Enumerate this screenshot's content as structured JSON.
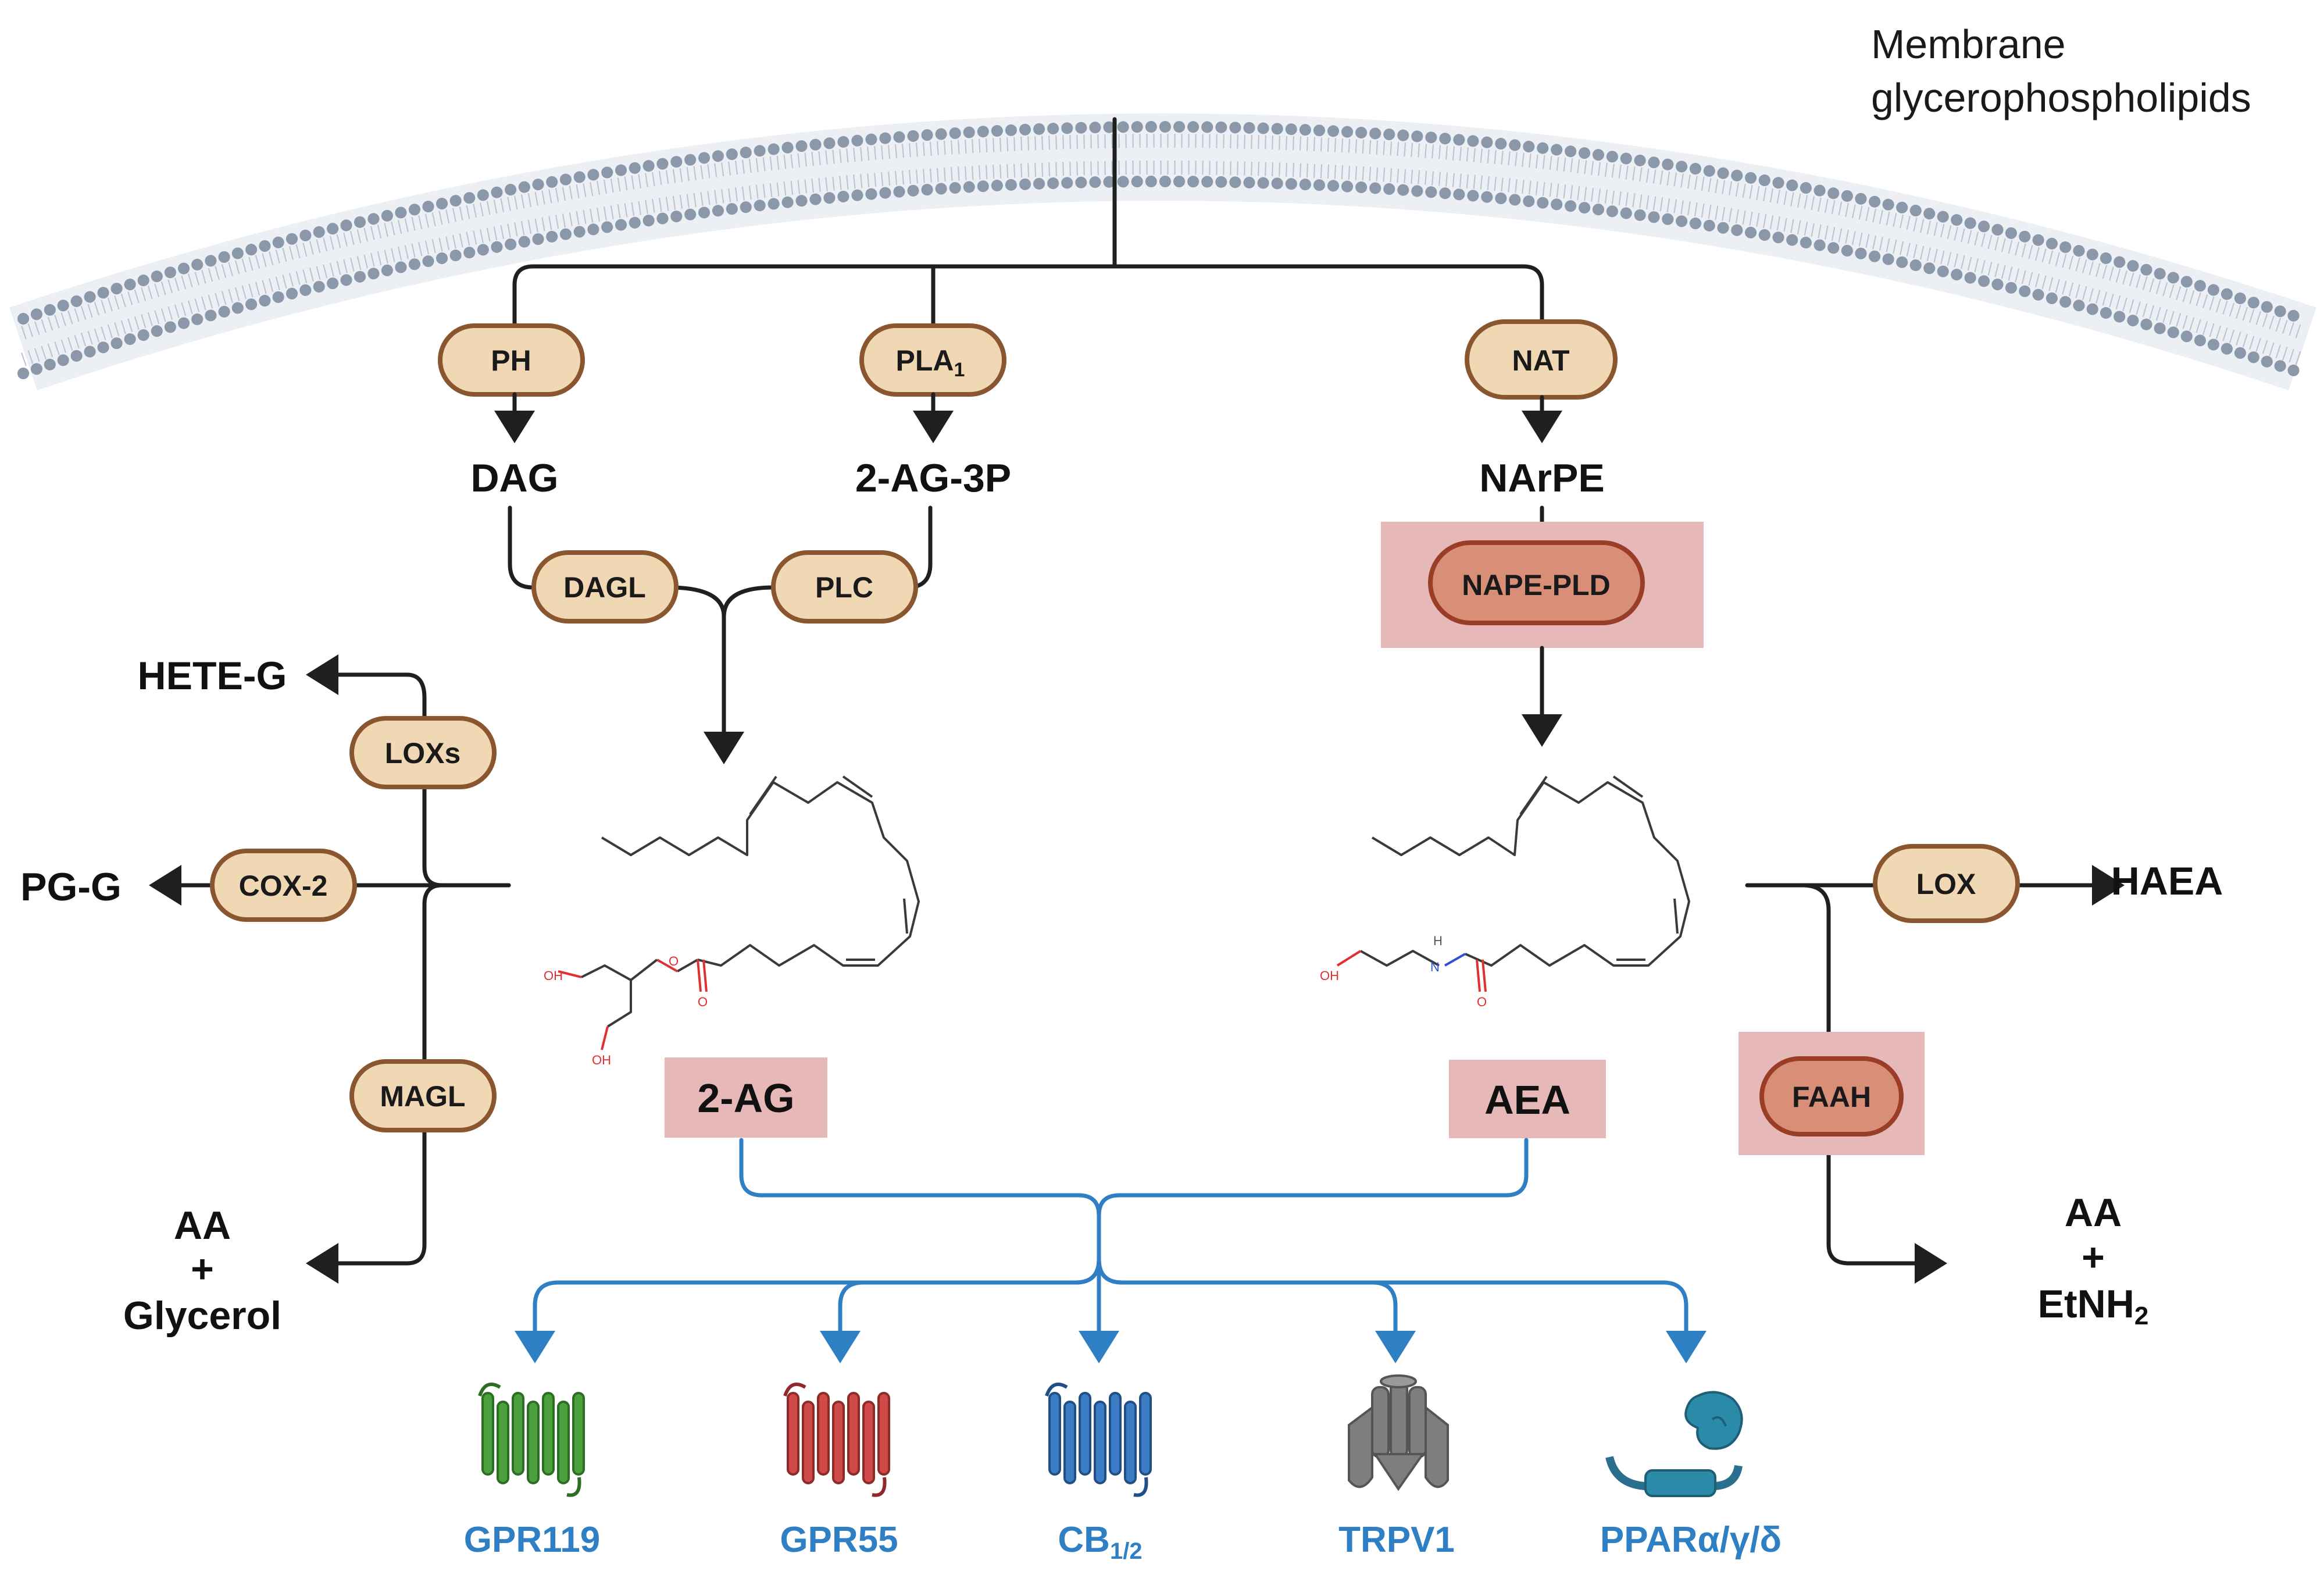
{
  "membrane": {
    "label_line1": "Membrane",
    "label_line2": "glycerophospholipids"
  },
  "enzymes": {
    "ph": "PH",
    "pla1": "PLA",
    "pla1_sub": "1",
    "nat": "NAT",
    "dagl": "DAGL",
    "plc": "PLC",
    "nape_pld": "NAPE-PLD",
    "loxs": "LOXs",
    "cox2": "COX-2",
    "magl": "MAGL",
    "lox": "LOX",
    "faah": "FAAH"
  },
  "metabolites": {
    "dag": "DAG",
    "ag3p": "2-AG-3P",
    "narpe": "NArPE",
    "hete_g": "HETE-G",
    "pg_g": "PG-G",
    "aa_left": "AA",
    "plus_left": "+",
    "glycerol": "Glycerol",
    "haea": "HAEA",
    "aa_right": "AA",
    "plus_right": "+",
    "etnh": "EtNH",
    "etnh_sub": "2"
  },
  "ligands": {
    "two_ag": "2-AG",
    "aea": "AEA"
  },
  "molecule_atoms": {
    "oh": "OH",
    "o": "O",
    "nh": "N",
    "h": "H"
  },
  "receptors": {
    "gpr119": "GPR119",
    "gpr55": "GPR55",
    "cb": "CB",
    "cb_sub": "1/2",
    "trpv1": "TRPV1",
    "ppar": "PPARα/γ/δ"
  },
  "colors": {
    "enzyme_fill": "#f1d8b4",
    "enzyme_border": "#8a5630",
    "enzyme_highlight_fill": "#d98e78",
    "highlight_box": "#e7b8b8",
    "receptor_text": "#2f7fc4",
    "gpr119": "#4ba03d",
    "gpr55": "#cf4a48",
    "cb": "#3b7cc4",
    "trpv1": "#7a7a7a",
    "ppar": "#2b6f8e",
    "membrane": "#8b98aa"
  }
}
